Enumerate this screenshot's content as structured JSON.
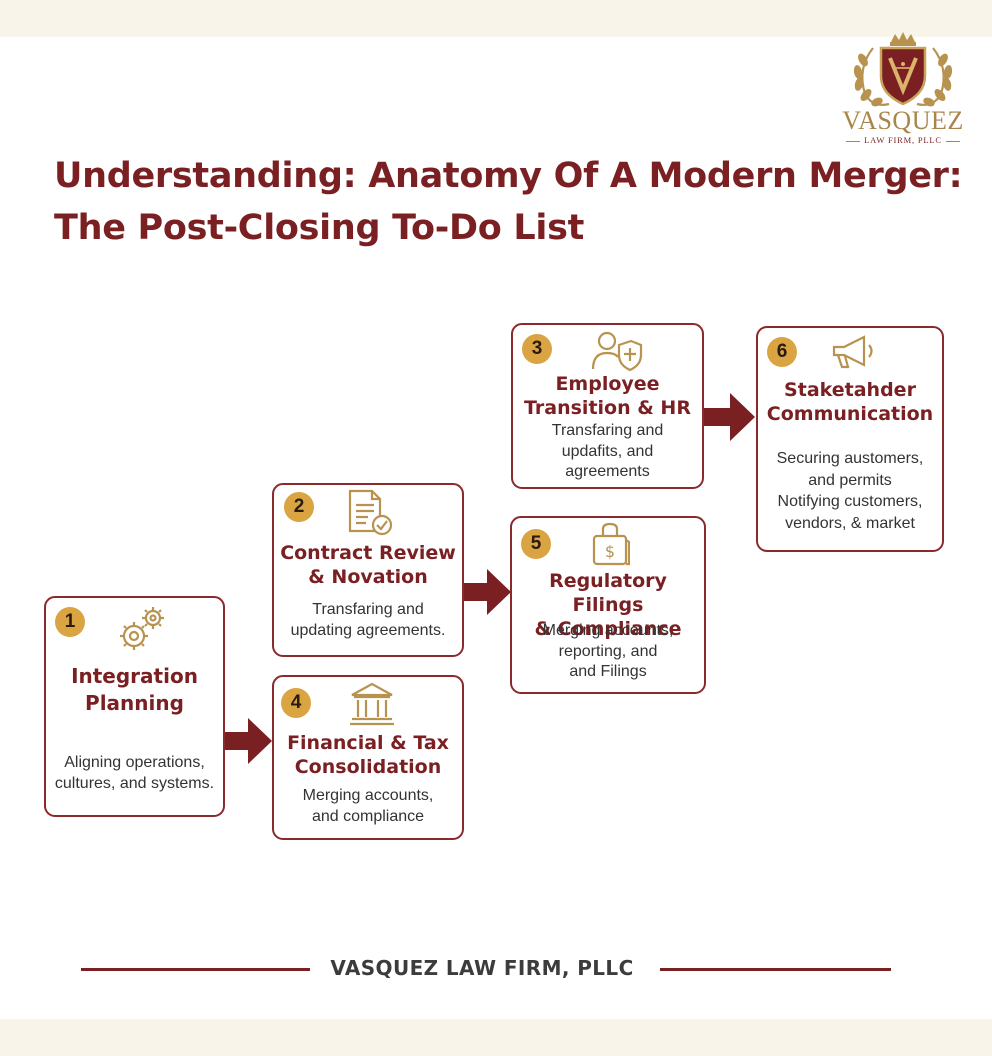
{
  "brand": {
    "logo_name": "VASQUEZ",
    "logo_subtitle": "LAW FIRM, PLLC",
    "footer": "VASQUEZ LAW FIRM, PLLC"
  },
  "title": {
    "line1": "Understanding: Anatomy Of A Modern Merger:",
    "line2": "The Post-Closing To-Do List"
  },
  "steps": [
    {
      "number": "1",
      "icon": "gears-icon",
      "title": [
        "Integration",
        "Planning"
      ],
      "desc": [
        "Aligning operations,",
        "cultures, and systems."
      ]
    },
    {
      "number": "2",
      "icon": "document-check-icon",
      "title": [
        "Contract Review",
        "& Novation"
      ],
      "desc": [
        "Transfaring and",
        "updating agreements."
      ]
    },
    {
      "number": "3",
      "icon": "person-shield-icon",
      "title": [
        "Employee",
        "Transition & HR"
      ],
      "desc": [
        "Transfaring and",
        "updafits, and",
        "agreements"
      ]
    },
    {
      "number": "4",
      "icon": "bank-building-icon",
      "title": [
        "Financial & Tax",
        "Consolidation"
      ],
      "desc": [
        "Merging accounts,",
        "and compliance"
      ]
    },
    {
      "number": "5",
      "icon": "money-bag-icon",
      "title": [
        "Regulatory Filings",
        "& Compliance"
      ],
      "desc": [
        "Merging accounts,",
        "reporting, and",
        "and Filings"
      ]
    },
    {
      "number": "6",
      "icon": "megaphone-icon",
      "title": [
        "Staketahder",
        "Communication"
      ],
      "desc": [
        "Securing austomers,",
        "and permits",
        "Notifying customers,",
        "vendors, & market"
      ]
    }
  ],
  "colors": {
    "primary": "#7a1f22",
    "accent": "#d9a441",
    "gold": "#a8864a",
    "band": "#f8f4ea"
  }
}
